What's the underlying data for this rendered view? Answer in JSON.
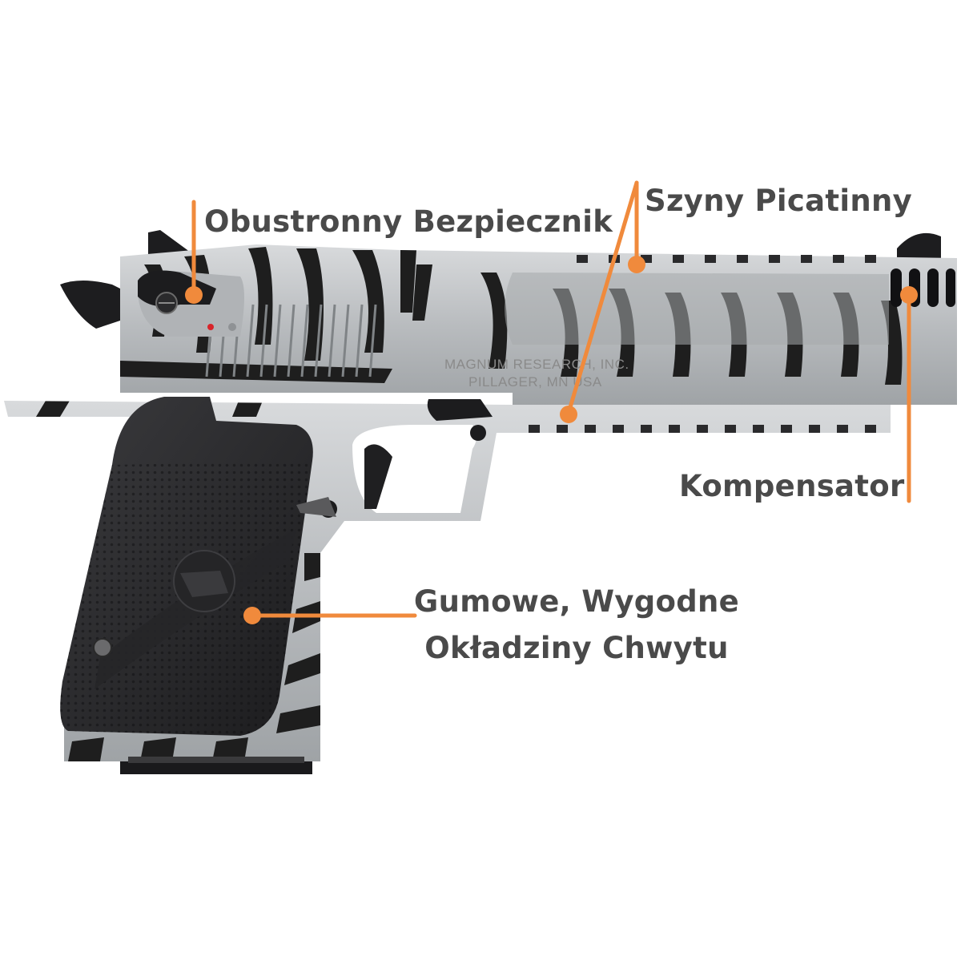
{
  "labels": {
    "safety": "Obustronny Bezpiecznik",
    "rails": "Szyny Picatinny",
    "compensator": "Kompensator",
    "grip_line1": "Gumowe, Wygodne",
    "grip_line2": "Okładziny Chwytu"
  },
  "engraving": {
    "line1": "MAGNUM RESEARCH, INC.",
    "line2": "PILLAGER, MN USA"
  },
  "colors": {
    "callout": "#f08a3c",
    "label_text": "#4a4a4a",
    "steel": "#c4c6c8",
    "stripe": "#1e1e1e",
    "grip": "#2a2a2c"
  }
}
